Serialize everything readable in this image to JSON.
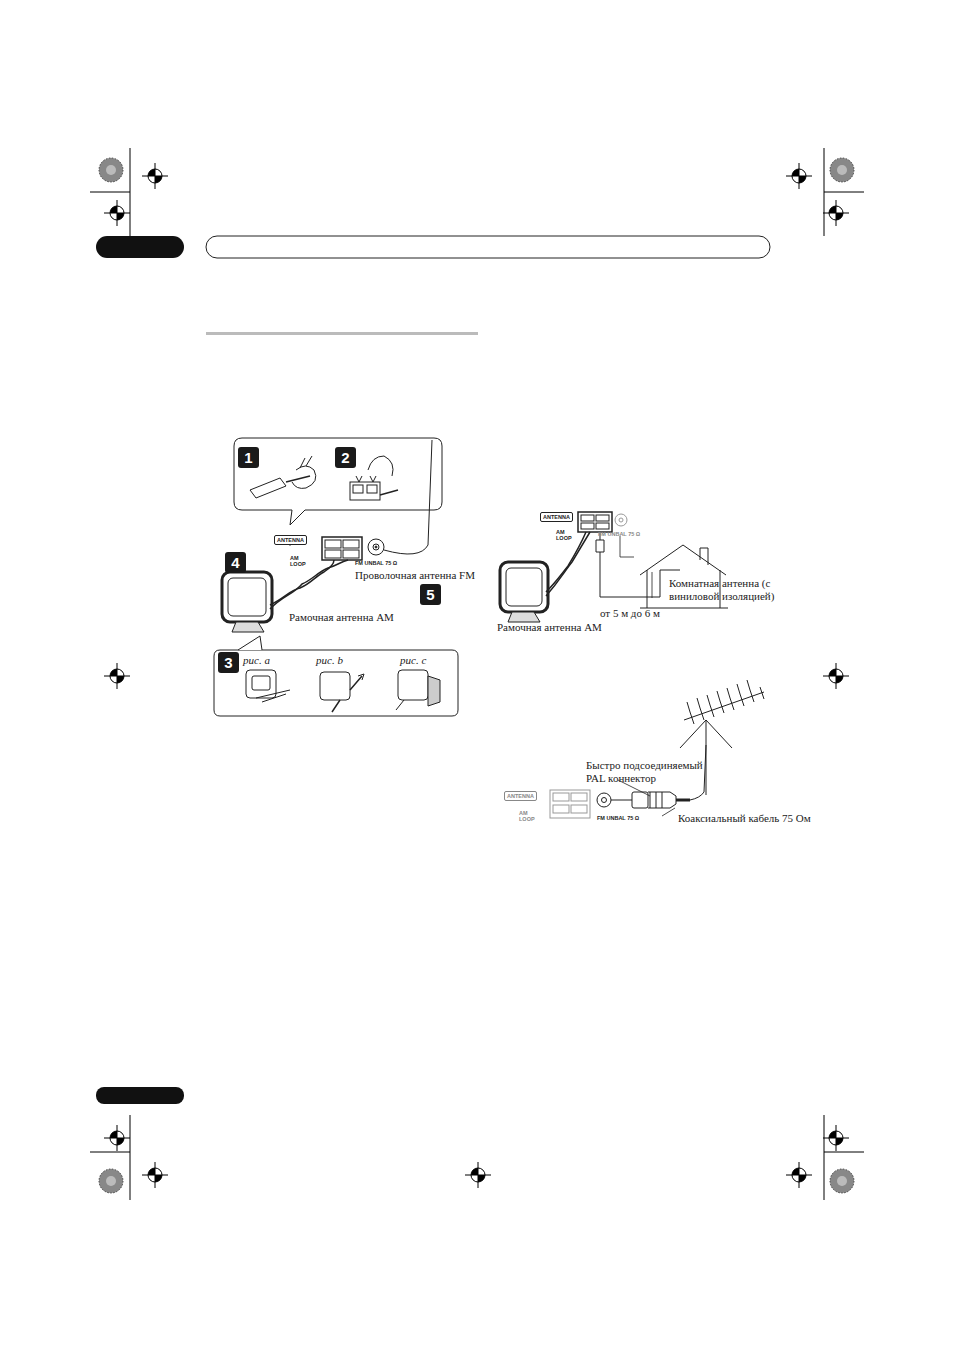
{
  "diagram": {
    "labels": [
      "1",
      "2",
      "ANTENNA",
      "AM LOOP",
      "FM UNBAL 75 Ω",
      "Проволочная антенна FM",
      "4",
      "5",
      "Рамочная антенна AM",
      "3",
      "рис. a",
      "рис. b",
      "рис. c",
      "ANTENNA",
      "AM LOOP",
      "FM UNBAL 75 Ω",
      "Комнатная антенна (с виниловой изоляцией)",
      "от 5 м до 6 м",
      "Рамочная антенна AM",
      "Быстро подсоединяемый PAL коннектор",
      "ANTENNA",
      "AM LOOP",
      "FM UNBAL 75 Ω",
      "Коаксиальный кабель 75 Ом"
    ]
  }
}
